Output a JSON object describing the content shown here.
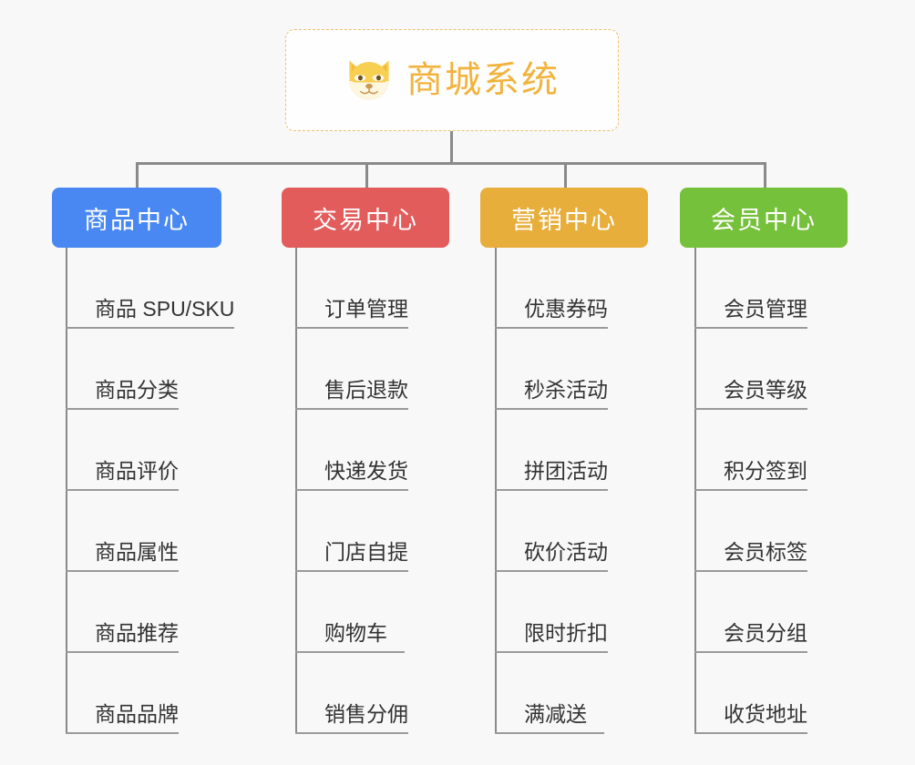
{
  "diagram": {
    "type": "organization-tree",
    "background_color": "#f8f8f8",
    "connector_color": "#8a8a8a",
    "root": {
      "title": "商城系统",
      "icon": "shiba-dog-icon",
      "text_color": "#f2b33d",
      "border_color": "#f0c169",
      "background_color": "#fefefe"
    },
    "branches": [
      {
        "label": "商品中心",
        "color": "#4988f2",
        "items": [
          "商品 SPU/SKU",
          "商品分类",
          "商品评价",
          "商品属性",
          "商品推荐",
          "商品品牌"
        ]
      },
      {
        "label": "交易中心",
        "color": "#e35c5c",
        "items": [
          "订单管理",
          "售后退款",
          "快递发货",
          "门店自提",
          "购物车",
          "销售分佣"
        ]
      },
      {
        "label": "营销中心",
        "color": "#e8ae3b",
        "items": [
          "优惠券码",
          "秒杀活动",
          "拼团活动",
          "砍价活动",
          "限时折扣",
          "满减送"
        ]
      },
      {
        "label": "会员中心",
        "color": "#76c13c",
        "items": [
          "会员管理",
          "会员等级",
          "积分签到",
          "会员标签",
          "会员分组",
          "收货地址"
        ]
      }
    ]
  }
}
